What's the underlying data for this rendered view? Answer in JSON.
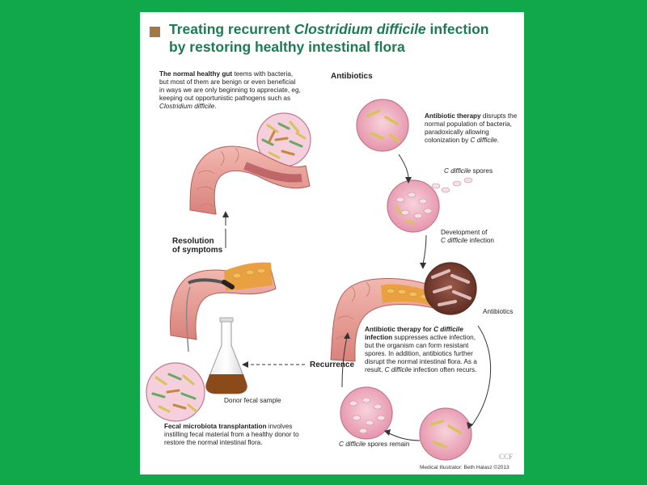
{
  "title": {
    "line1_before": "Treating recurrent ",
    "line1_italic": "Clostridium difficile",
    "line1_after": " infection",
    "line2": "by restoring healthy intestinal flora"
  },
  "healthy_gut": {
    "bold": "The normal healthy gut",
    "text1": " teems with bacteria, but most of them are benign or even beneficial in ways we are only beginning to appreciate, eg, keeping out opportunistic pathogens such as ",
    "italic": "Clostridium difficile",
    "text2": "."
  },
  "antibiotics_top": "Antibiotics",
  "antibiotic_therapy": {
    "bold": "Antibiotic therapy",
    "text1": " disrupts the normal population of bacteria, paradoxically allowing colonization by ",
    "italic": "C difficile",
    "text2": "."
  },
  "spores_label": {
    "italic": "C difficile",
    "text": " spores"
  },
  "development": {
    "line1": "Development of",
    "italic": "C difficile",
    "text": " infection"
  },
  "resolution": {
    "line1": "Resolution",
    "line2": "of symptoms"
  },
  "antibiotics_right": "Antibiotics",
  "therapy_cdiff": {
    "bold1": "Antibiotic therapy for ",
    "bold_italic": "C difficile",
    "bold2": " infection",
    "text1": " suppresses active infection, but the organism can form resistant spores. In addition, antibiotics further disrupt the normal intestinal flora. As a result, ",
    "italic": "C difficile",
    "text2": " infection often recurs."
  },
  "recurrence": "Recurrence",
  "donor": "Donor fecal sample",
  "fmt": {
    "bold": "Fecal microbiota transplantation",
    "text": " involves instilling fecal material from a healthy donor to restore the normal intestinal flora."
  },
  "spores_remain": {
    "italic": "C difficile",
    "text": " spores remain"
  },
  "credit": "Medical Illustrator: Beth Halasz",
  "copyright": "©2013",
  "logo": "CCF",
  "colors": {
    "background": "#10a84a",
    "title": "#1e7a55",
    "title_square": "#a0784a",
    "petri_fill": "#f0b8c8",
    "bacteria": "#d9c46a"
  }
}
